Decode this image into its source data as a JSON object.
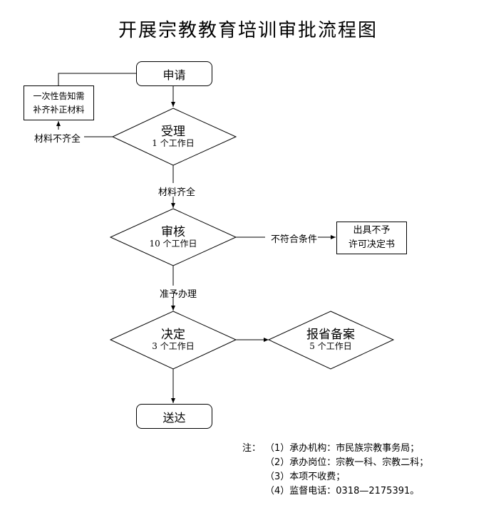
{
  "title": "开展宗教教育培训审批流程图",
  "nodes": {
    "apply": "申请",
    "notify_line1": "一次性告知需",
    "notify_line2": "补齐补正材料",
    "accept": {
      "title": "受理",
      "days": "1 个工作日"
    },
    "review": {
      "title": "审核",
      "days": "10 个工作日"
    },
    "refuse_line1": "出具不予",
    "refuse_line2": "许可决定书",
    "decide": {
      "title": "决定",
      "days": "3 个工作日"
    },
    "report": {
      "title": "报省备案",
      "days": "5 个工作日"
    },
    "deliver": "送达"
  },
  "edges": {
    "incomplete": "材料不齐全",
    "complete": "材料齐全",
    "not_qualified": "不符合条件",
    "approve": "准予办理"
  },
  "notes": {
    "prefix": "注：",
    "items": [
      "（1）承办机构：市民族宗教事务局；",
      "（2）承办岗位：宗教一科、宗教二科；",
      "（3）本项不收费；",
      "（4）监督电话：0318—2175391。"
    ]
  }
}
